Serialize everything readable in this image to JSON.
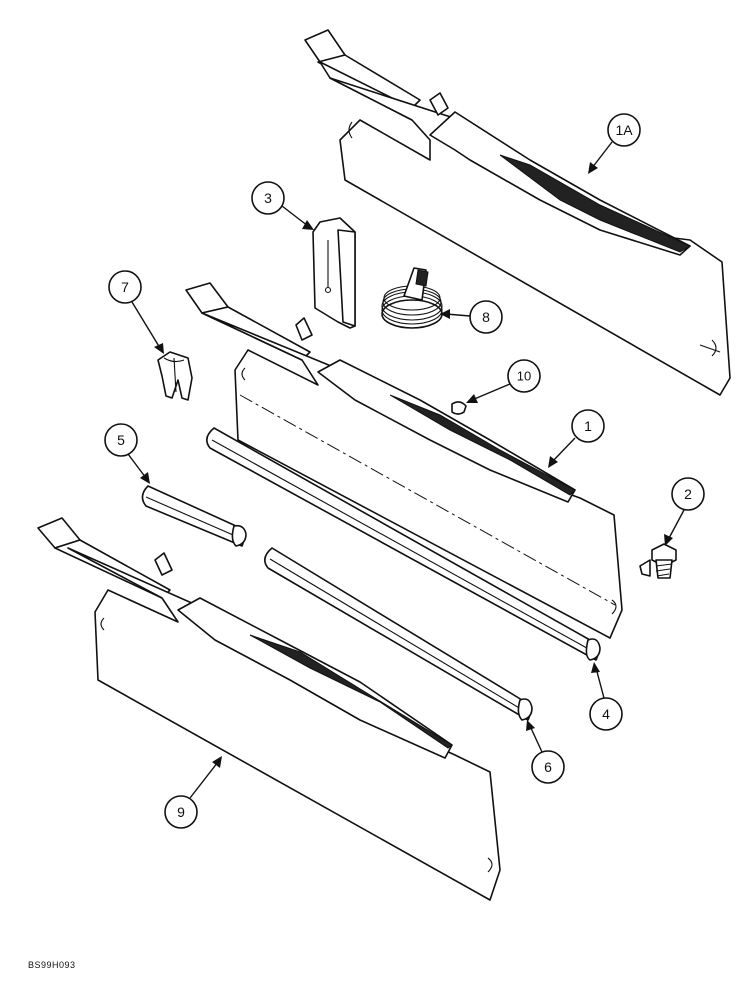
{
  "diagram": {
    "figure_code": "BS99H093",
    "callouts": [
      {
        "id": "1A",
        "label": "1A"
      },
      {
        "id": "1",
        "label": "1"
      },
      {
        "id": "2",
        "label": "2"
      },
      {
        "id": "3",
        "label": "3"
      },
      {
        "id": "4",
        "label": "4"
      },
      {
        "id": "5",
        "label": "5"
      },
      {
        "id": "6",
        "label": "6"
      },
      {
        "id": "7",
        "label": "7"
      },
      {
        "id": "8",
        "label": "8"
      },
      {
        "id": "9",
        "label": "9"
      },
      {
        "id": "10",
        "label": "10"
      }
    ]
  }
}
